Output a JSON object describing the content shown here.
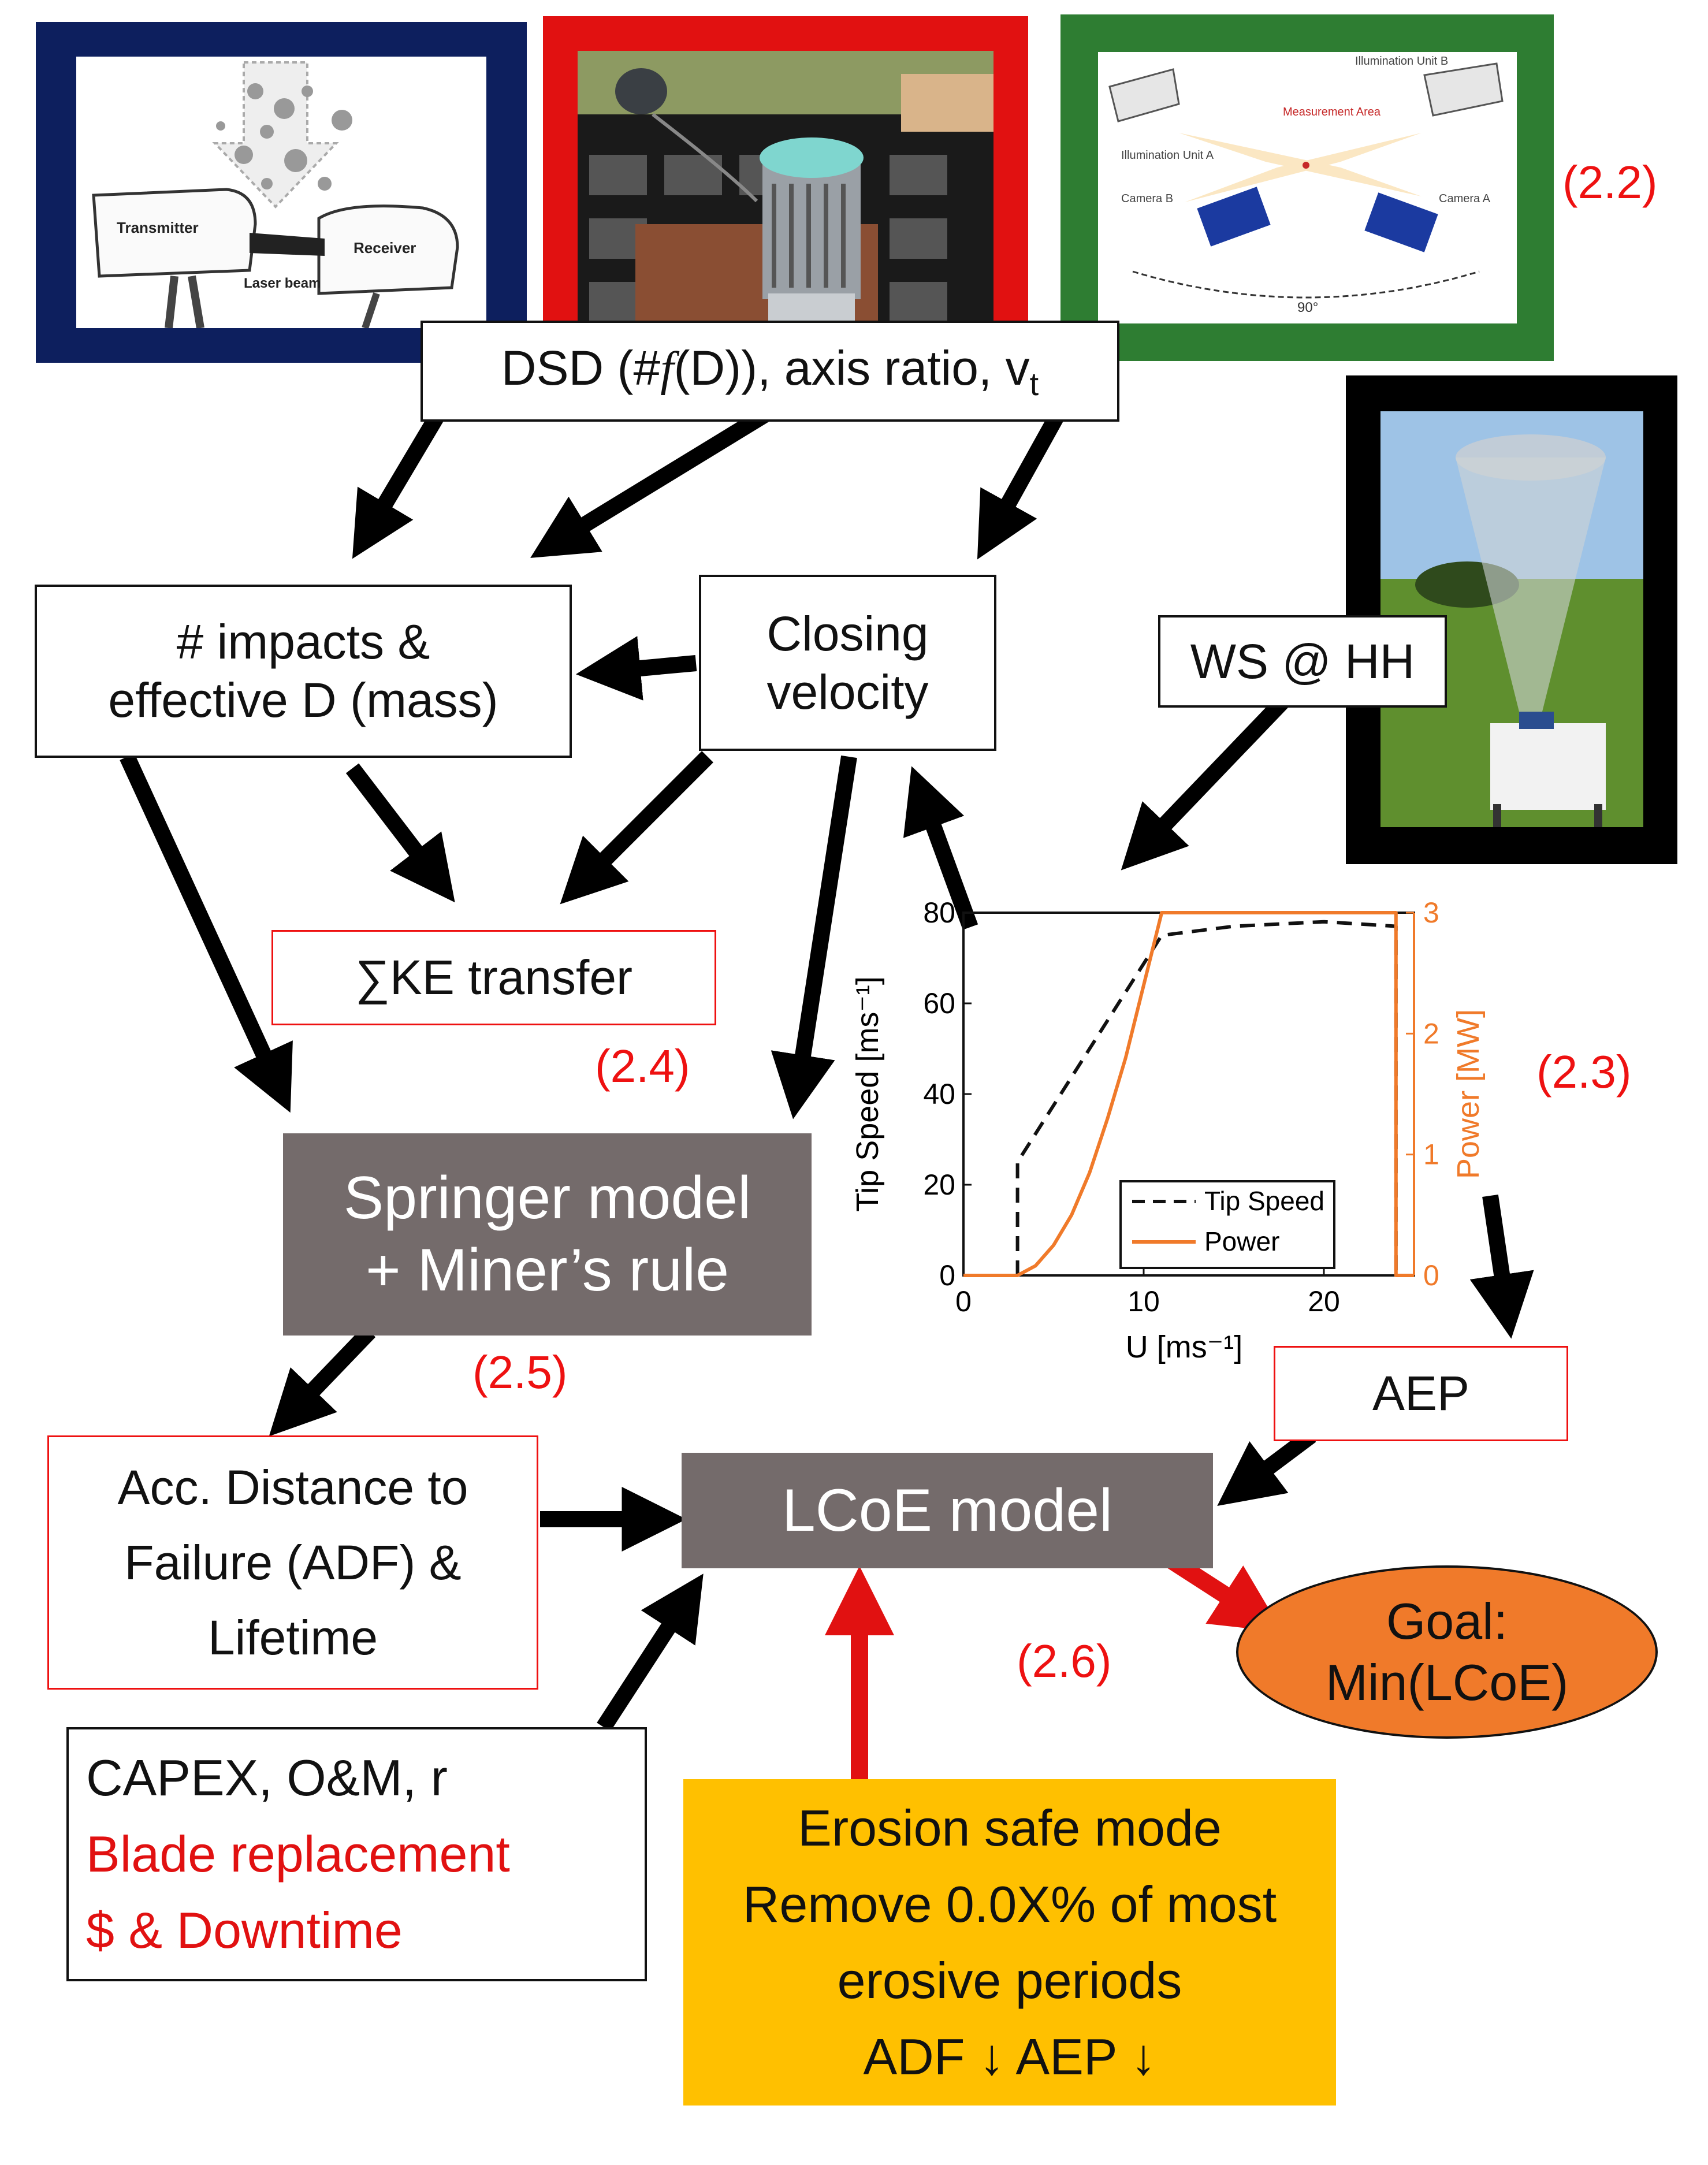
{
  "photos": {
    "disdrometer_labels": {
      "transmitter": "Transmitter",
      "receiver": "Receiver",
      "laser_beam": "Laser beam"
    },
    "camera_labels": {
      "illumination_a": "Illumination Unit A",
      "illumination_b": "Illumination Unit B",
      "measurement_area": "Measurement Area",
      "camera_a": "Camera A",
      "camera_b": "Camera B",
      "angle": "90°"
    }
  },
  "refs": {
    "r22": "(2.2)",
    "r23": "(2.3)",
    "r24": "(2.4)",
    "r25": "(2.5)",
    "r26": "(2.6)"
  },
  "nodes": {
    "dsd": {
      "pre": "DSD (#",
      "f": "f",
      "mid": "(D)), axis ratio, v",
      "sub": "t"
    },
    "impacts": {
      "line1": "# impacts &",
      "line2": "effective D (mass)"
    },
    "closing": {
      "line1": "Closing",
      "line2": "velocity"
    },
    "ws": {
      "label": "WS @ HH"
    },
    "ke": {
      "label": "∑KE transfer"
    },
    "springer": {
      "line1": "Springer model",
      "line2": "+ Miner’s rule"
    },
    "aep": {
      "label": "AEP"
    },
    "adf": {
      "line1": "Acc. Distance to",
      "line2": "Failure (ADF) &",
      "line3": "Lifetime"
    },
    "lcoe": {
      "label": "LCoE model"
    },
    "goal": {
      "line1": "Goal:",
      "line2": "Min(LCoE)"
    },
    "capex": {
      "line1": "CAPEX, O&M, r",
      "line2": "Blade replacement",
      "line3": "$ & Downtime"
    },
    "safe": {
      "line1": "Erosion safe mode",
      "line2": "Remove 0.0X% of most",
      "line3": "erosive periods",
      "line4": "ADF ↓ AEP ↓"
    }
  },
  "colors": {
    "red": "#e11111",
    "orange": "#f07a2a",
    "yellow": "#ffc000",
    "grey_box": "#746b6b",
    "navy": "#0d1f5e",
    "green": "#2e7d32"
  },
  "chart_data": {
    "type": "line",
    "xlabel": "U [ms⁻¹]",
    "ylabel_left": "Tip Speed [ms⁻¹]",
    "ylabel_right": "Power [MW]",
    "xlim": [
      0,
      25
    ],
    "ylim_left": [
      0,
      80
    ],
    "ylim_right": [
      0,
      3
    ],
    "x_ticks": [
      "0",
      "10",
      "20"
    ],
    "y_ticks_left": [
      "0",
      "20",
      "40",
      "60",
      "80"
    ],
    "y_ticks_right": [
      "0",
      "1",
      "2",
      "3"
    ],
    "legend_position": "bottom-right",
    "series": [
      {
        "name": "Tip Speed",
        "axis": "left",
        "style": "dashed",
        "color": "#111111",
        "x": [
          3,
          3,
          11,
          15,
          20,
          24,
          24
        ],
        "y": [
          0,
          25,
          75,
          77,
          78,
          77,
          0
        ]
      },
      {
        "name": "Power",
        "axis": "right",
        "style": "solid",
        "color": "#f07a2a",
        "x": [
          0,
          3,
          4,
          5,
          6,
          7,
          8,
          9,
          10,
          11,
          11.5,
          24,
          24,
          25
        ],
        "y": [
          0,
          0,
          0.08,
          0.25,
          0.5,
          0.85,
          1.3,
          1.8,
          2.4,
          3,
          3,
          3,
          0,
          0
        ]
      }
    ]
  }
}
